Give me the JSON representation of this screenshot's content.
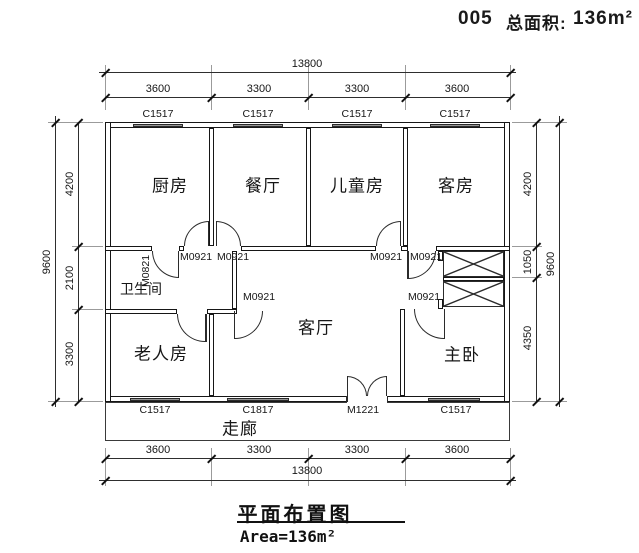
{
  "header": {
    "number": "005",
    "area_label": "总面积:",
    "area_value": "136m²"
  },
  "rooms": {
    "kitchen": "厨房",
    "dining": "餐厅",
    "kids": "儿童房",
    "guest": "客房",
    "bath": "卫生间",
    "elder": "老人房",
    "living": "客厅",
    "master": "主卧",
    "corridor": "走廊"
  },
  "dims": {
    "top": {
      "total": "13800",
      "segments": [
        "3600",
        "3300",
        "3300",
        "3600"
      ]
    },
    "bottom": {
      "total": "13800",
      "segments": [
        "3600",
        "3300",
        "3300",
        "3600"
      ]
    },
    "left": {
      "total": "9600",
      "segments": [
        "4200",
        "2100",
        "3300"
      ]
    },
    "right": {
      "total": "9600",
      "segments": [
        "4200",
        "1050",
        "4350"
      ]
    }
  },
  "openings": {
    "windows_top": [
      "C1517",
      "C1517",
      "C1517",
      "C1517"
    ],
    "windows_bottom": [
      "C1517",
      "C1817",
      "C1517"
    ],
    "door_entry": "M1221",
    "door_kitchen": "M0921",
    "door_dining": "M0921",
    "door_kids": "M0921",
    "door_guest": "M0921",
    "door_bath": "M0821",
    "door_bath_living": "M0921",
    "door_master": "M0921"
  },
  "title": {
    "main": "平面布置图",
    "sub": "Area=136m²"
  },
  "colors": {
    "line": "#161616",
    "window_fill": "#979797",
    "background": "#ffffff"
  }
}
